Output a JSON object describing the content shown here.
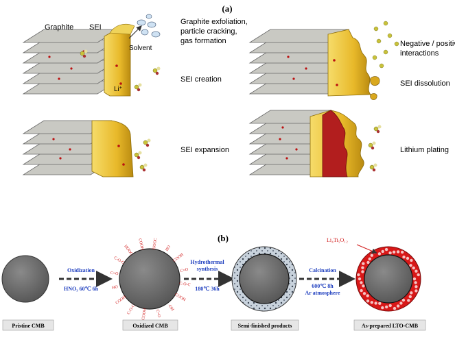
{
  "panel_a": {
    "label": "(a)",
    "graphite_label": "Graphite",
    "sei_label": "SEI",
    "solvent_label": "Solvent",
    "li_label": "Li",
    "li_sup": "+",
    "exfoliation_text": [
      "Graphite exfoliation,",
      "particle cracking,",
      "gas formation"
    ],
    "sei_creation": "SEI creation",
    "sei_expansion": "SEI expansion",
    "interactions_text": [
      "Negative / positive",
      "interactions"
    ],
    "sei_dissolution": "SEI dissolution",
    "lithium_plating": "Lithium plating"
  },
  "panel_b": {
    "label": "(b)",
    "step1": {
      "title": "Oxidization",
      "condition": "HNO₃ 60℃ 6h"
    },
    "step2": {
      "title_lines": [
        "Hydrothermal",
        "synthesis"
      ],
      "condition": "180℃ 36h"
    },
    "step3": {
      "title": "Calcination",
      "condition_lines": [
        "600℃ 8h",
        "Ar atmosphere"
      ]
    },
    "lto_label": "Li₄Ti₅O₁₂",
    "functional_groups": [
      "HOOC",
      "HO",
      "COOH",
      "C=O",
      "C-O-C",
      "COOH",
      "-OH",
      "C=O",
      "COOH",
      "C-O-C",
      "COOH",
      "HO",
      "C=O",
      "C-O-C",
      "HOOC",
      "COOH"
    ],
    "captions": [
      "Pristine CMB",
      "Oxidized CMB",
      "Semi-finished products",
      "As-prepared LTO-CMB"
    ]
  },
  "colors": {
    "graphite_sheet": "#c9c9c3",
    "sei_yellow": "#e8b92a",
    "plating_red": "#b21e1e",
    "sphere_gray": "#6e6e6e",
    "arrow_blue": "#1f3fbf",
    "group_red": "#d11a1a"
  }
}
